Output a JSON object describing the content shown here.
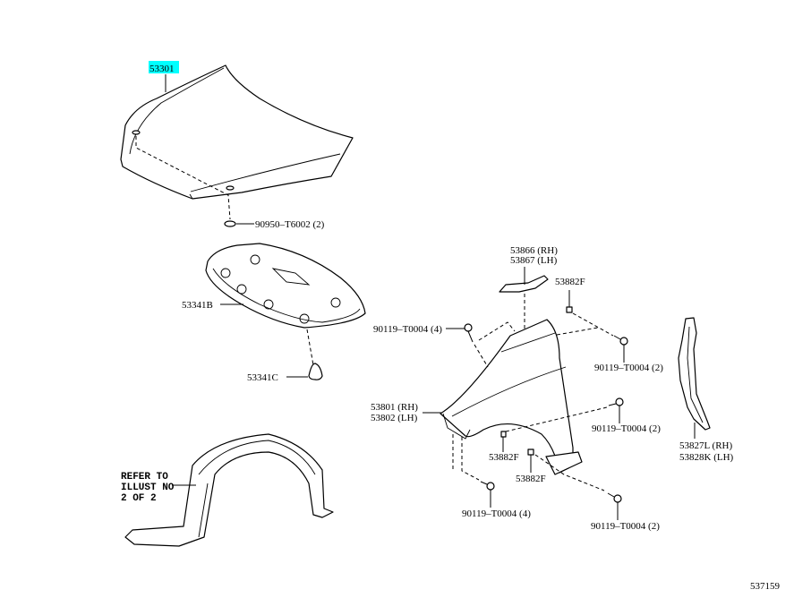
{
  "diagram": {
    "highlight_color": "#00ffff",
    "labels": {
      "hood": "53301",
      "hood_plug": "90950–T6002 (2)",
      "hood_insulator": "53341B",
      "insulator_clip": "53341C",
      "refer_note": [
        "REFER TO",
        "ILLUST NO",
        "2 OF 2"
      ],
      "bracket_rh": "53866 (RH)",
      "bracket_lh": "53867 (LH)",
      "nut_top": "53882F",
      "bolt_left_top": "90119–T0004 (4)",
      "bolt_right_top": "90119–T0004 (2)",
      "fender_rh": "53801 (RH)",
      "fender_lh": "53802 (LH)",
      "bolt_right_mid": "90119–T0004 (2)",
      "nut_mid": "53882F",
      "nut_low": "53882F",
      "bolt_bottom_left": "90119–T0004 (4)",
      "bolt_bottom_right": "90119–T0004 (2)",
      "seal_rh": "53827L (RH)",
      "seal_lh": "53828K (LH)",
      "illustration_number": "537159"
    }
  }
}
